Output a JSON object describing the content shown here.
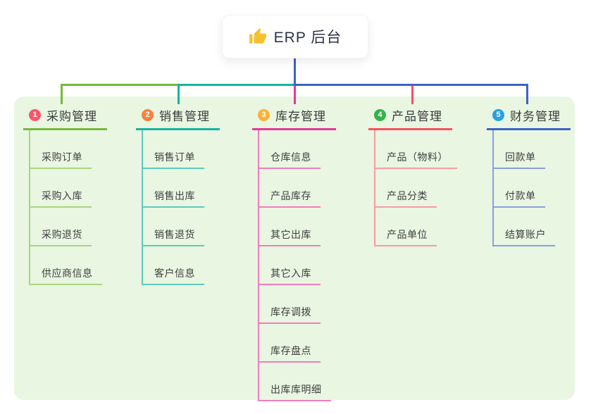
{
  "root": {
    "label": "ERP 后台",
    "icon": "thumbs-up",
    "icon_color": "#f6c12f",
    "line_color": "#3c63c6",
    "text_color": "#2e3346"
  },
  "canvas": {
    "background": "#ffffff",
    "panel_background": "#e8f6e2"
  },
  "branches": [
    {
      "num": "1",
      "title": "采购管理",
      "badge_color": "#f8566c",
      "line_color": "#76b93c",
      "light_color": "#a9d57e",
      "children": [
        "采购订单",
        "采购入库",
        "采购退货",
        "供应商信息"
      ]
    },
    {
      "num": "2",
      "title": "销售管理",
      "badge_color": "#f8833b",
      "line_color": "#17b3a3",
      "light_color": "#5fcabb",
      "children": [
        "销售订单",
        "销售出库",
        "销售退货",
        "客户信息"
      ]
    },
    {
      "num": "3",
      "title": "库存管理",
      "badge_color": "#fbb234",
      "line_color": "#e23a9a",
      "light_color": "#f07ebc",
      "children": [
        "仓库信息",
        "产品库存",
        "其它出库",
        "其它入库",
        "库存调拨",
        "库存盘点",
        "出库库明细"
      ]
    },
    {
      "num": "4",
      "title": "产品管理",
      "badge_color": "#33b348",
      "line_color": "#f9515f",
      "light_color": "#fa9aa3",
      "children": [
        "产品（物料）",
        "产品分类",
        "产品单位"
      ]
    },
    {
      "num": "5",
      "title": "财务管理",
      "badge_color": "#29a0e0",
      "line_color": "#3c63c6",
      "light_color": "#8aa0da",
      "children": [
        "回款单",
        "付款单",
        "结算账户"
      ]
    }
  ]
}
